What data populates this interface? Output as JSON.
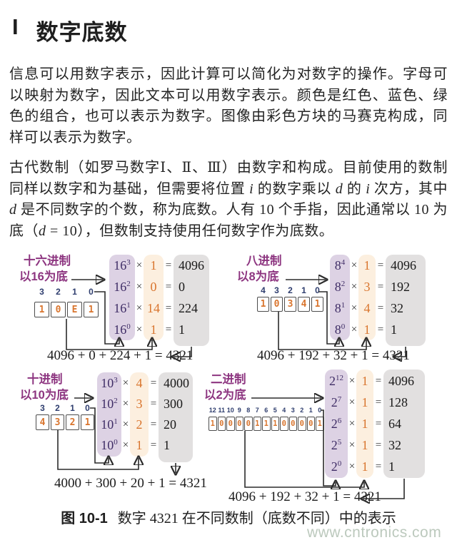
{
  "page": {
    "title_marker": "I",
    "title": "数字底数"
  },
  "paragraph1": "信息可以用数字表示，因此计算可以简化为对数字的操作。字母可以映射为数字，因此文本可以用数字表示。颜色是红色、蓝色、绿色的组合，也可以表示为数字。图像由彩色方块的马赛克构成，同样可以表示为数字。",
  "paragraph2": {
    "segments": [
      {
        "t": "古代数制（如罗马数字Ⅰ、Ⅱ、Ⅲ）由数字和构成。目前使用的数制同样以数字和为基础，但需要将位置 "
      },
      {
        "t": "i"
      },
      {
        "t": " 的数字乘以 "
      },
      {
        "t": "d"
      },
      {
        "t": " 的 "
      },
      {
        "t": "i"
      },
      {
        "t": " 次方，其中 "
      },
      {
        "t": "d"
      },
      {
        "t": " 是不同数字的个数，称为底数。人有 10 个手指，因此通常以 10 为底（"
      },
      {
        "t": "d"
      },
      {
        "t": " = 10），但数制支持使用任何数字作为底数。"
      }
    ]
  },
  "figure": {
    "times": "×",
    "equals": "=",
    "quadrants": [
      {
        "title": "十六进制",
        "base_note": "以16为底",
        "positions": [
          "3",
          "2",
          "1",
          "0"
        ],
        "digits": [
          "1",
          "0",
          "E",
          "1"
        ],
        "rows": [
          {
            "base": "16",
            "exp": "3",
            "digit": "1",
            "result": "4096"
          },
          {
            "base": "16",
            "exp": "2",
            "digit": "0",
            "result": "0"
          },
          {
            "base": "16",
            "exp": "1",
            "digit": "14",
            "result": "224"
          },
          {
            "base": "16",
            "exp": "0",
            "digit": "1",
            "result": "1"
          }
        ],
        "sum": "4096 + 0 + 224 + 1 = 4321"
      },
      {
        "title": "八进制",
        "base_note": "以8为底",
        "positions": [
          "4",
          "3",
          "2",
          "1",
          "0"
        ],
        "digits": [
          "1",
          "0",
          "3",
          "4",
          "1"
        ],
        "rows": [
          {
            "base": "8",
            "exp": "4",
            "digit": "1",
            "result": "4096"
          },
          {
            "base": "8",
            "exp": "2",
            "digit": "3",
            "result": "192"
          },
          {
            "base": "8",
            "exp": "1",
            "digit": "4",
            "result": "32"
          },
          {
            "base": "8",
            "exp": "0",
            "digit": "1",
            "result": "1"
          }
        ],
        "sum": "4096 + 192 + 32 + 1 = 4321"
      },
      {
        "title": "十进制",
        "base_note": "以10为底",
        "positions": [
          "3",
          "2",
          "1",
          "0"
        ],
        "digits": [
          "4",
          "3",
          "2",
          "1"
        ],
        "rows": [
          {
            "base": "10",
            "exp": "3",
            "digit": "4",
            "result": "4000"
          },
          {
            "base": "10",
            "exp": "2",
            "digit": "3",
            "result": "300"
          },
          {
            "base": "10",
            "exp": "1",
            "digit": "2",
            "result": "20"
          },
          {
            "base": "10",
            "exp": "0",
            "digit": "1",
            "result": "1"
          }
        ],
        "sum": "4000 + 300 + 20 + 1 = 4321"
      },
      {
        "title": "二进制",
        "base_note": "以2为底",
        "positions": [
          "12",
          "11",
          "10",
          "9",
          "8",
          "7",
          "6",
          "5",
          "4",
          "3",
          "2",
          "1",
          "0"
        ],
        "digits": [
          "1",
          "0",
          "0",
          "0",
          "0",
          "1",
          "1",
          "1",
          "0",
          "0",
          "0",
          "0",
          "1"
        ],
        "rows": [
          {
            "base": "2",
            "exp": "12",
            "digit": "1",
            "result": "4096"
          },
          {
            "base": "2",
            "exp": "7",
            "digit": "1",
            "result": "128"
          },
          {
            "base": "2",
            "exp": "6",
            "digit": "1",
            "result": "64"
          },
          {
            "base": "2",
            "exp": "5",
            "digit": "1",
            "result": "32"
          },
          {
            "base": "2",
            "exp": "0",
            "digit": "1",
            "result": "1"
          }
        ],
        "sum": "4096 + 192 + 32 + 1 = 4321"
      }
    ],
    "caption_label": "图 10-1",
    "caption_text": "数字 4321 在不同数制（底数不同）中的表示"
  },
  "watermark": "www.cntronics.com",
  "colors": {
    "label_magenta": "#8d3580",
    "position_navy": "#2e3d6e",
    "digit_orange": "#d9752e",
    "power_indigo": "#3f2d66",
    "purple_column": "#ddd2e4",
    "peach_column": "#fcefdf",
    "gray_column": "#e2e0e0",
    "watermark_green": "#bcc9bd"
  }
}
